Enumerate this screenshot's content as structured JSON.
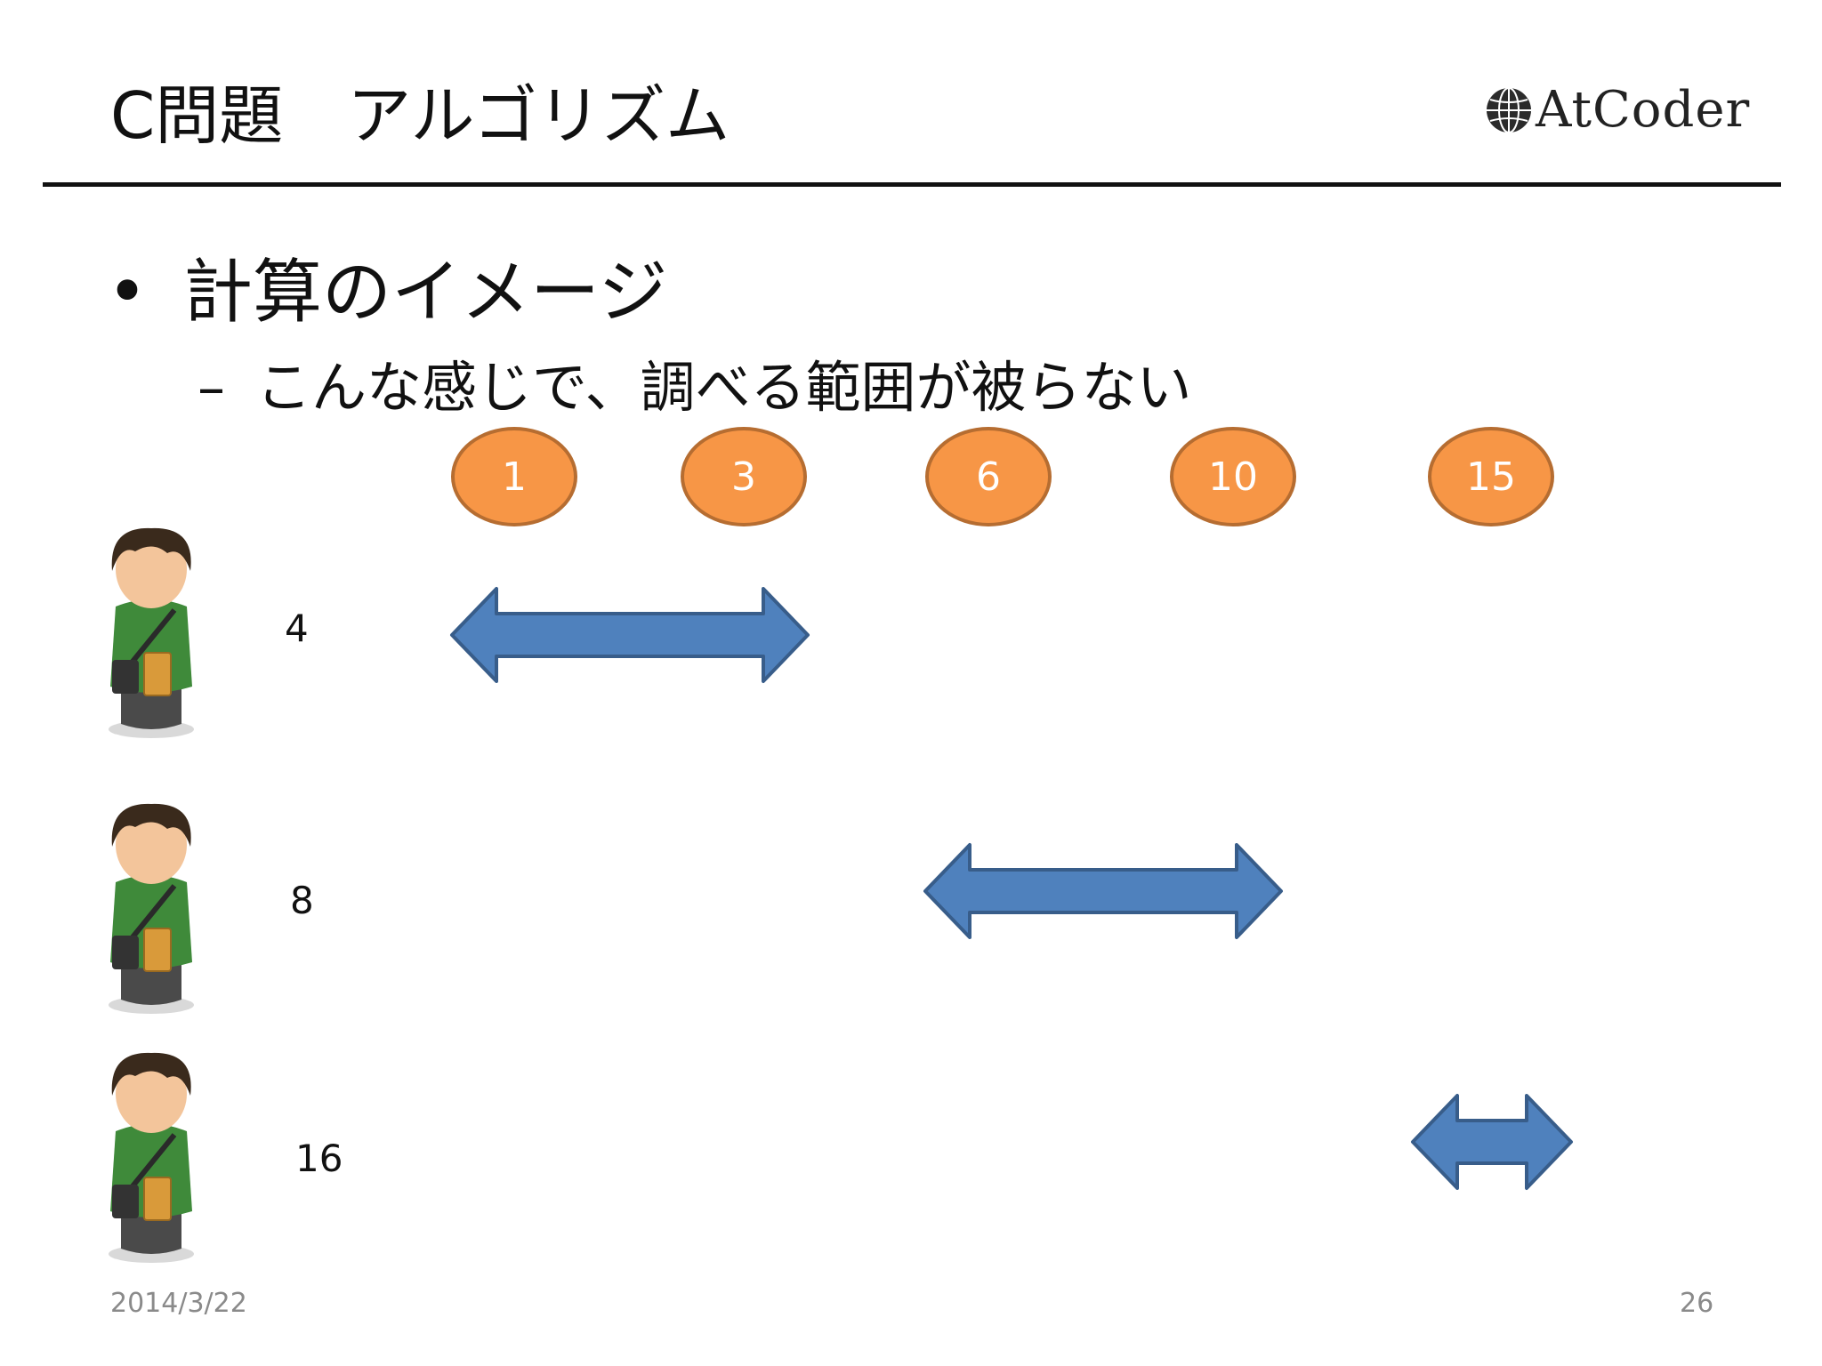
{
  "slide": {
    "title": "C問題　アルゴリズム",
    "logo_text": "AtCoder",
    "bullet_main": "計算のイメージ",
    "bullet_sub": "こんな感じで、調べる範囲が被らない",
    "bullet_marker": "•",
    "sub_marker": "–"
  },
  "nodes": [
    "1",
    "3",
    "6",
    "10",
    "15"
  ],
  "rows": [
    {
      "label": "4",
      "range_start": "1",
      "range_end": "3"
    },
    {
      "label": "8",
      "range_start": "6",
      "range_end": "10"
    },
    {
      "label": "16",
      "range_start": "15",
      "range_end": "15"
    }
  ],
  "footer": {
    "date": "2014/3/22",
    "page": "26"
  },
  "colors": {
    "node_fill": "#f79646",
    "node_border": "#b66d31",
    "arrow_fill": "#4f81bd",
    "arrow_border": "#385d8a",
    "shirt": "#3f8a3a"
  }
}
